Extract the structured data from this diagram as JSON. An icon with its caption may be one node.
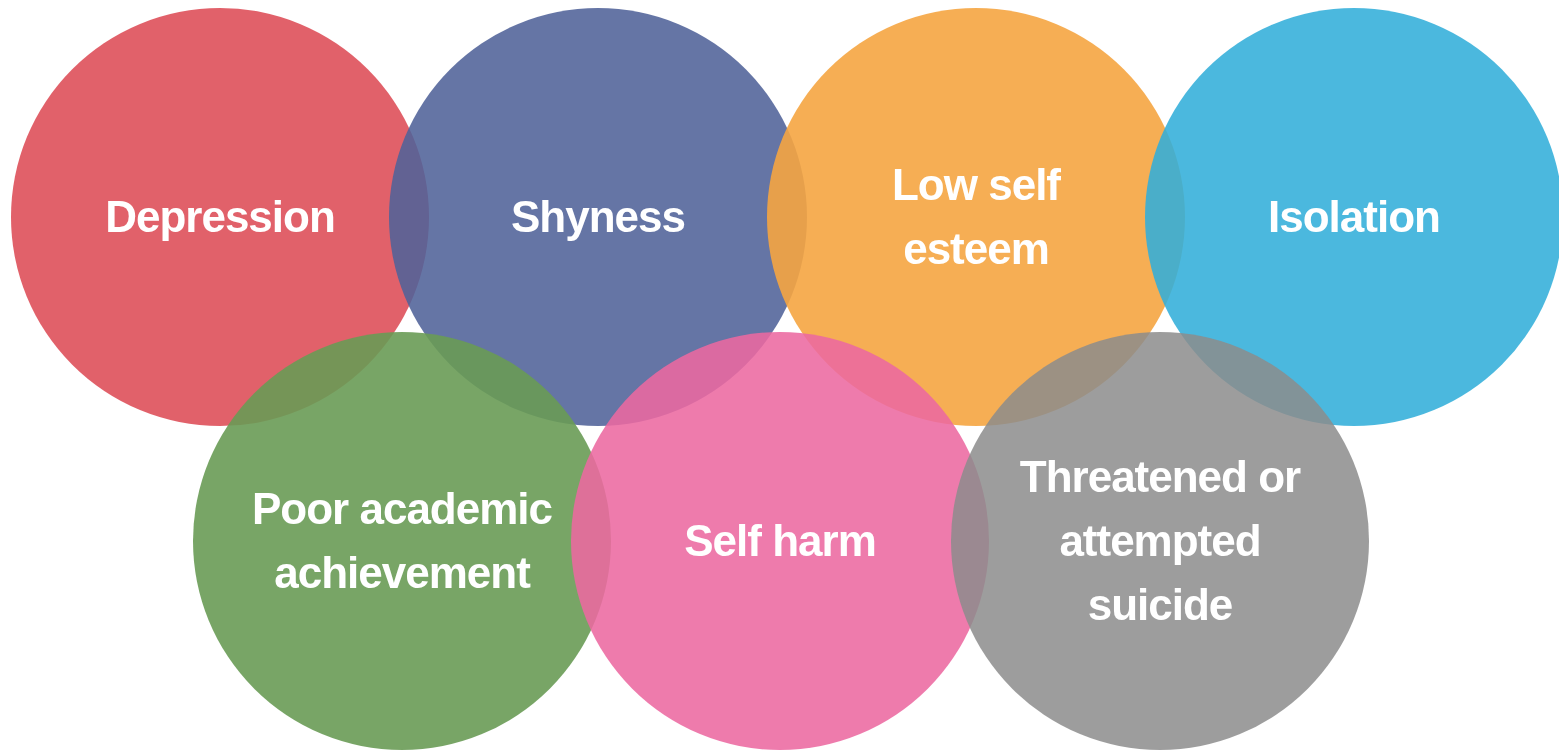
{
  "diagram": {
    "nodes": [
      {
        "text": [
          "Depression"
        ]
      },
      {
        "text": [
          "Shyness"
        ]
      },
      {
        "text": [
          "Low self esteem"
        ]
      },
      {
        "text": [
          "Isolation"
        ]
      },
      {
        "text": [
          "Poor academic achievement"
        ]
      },
      {
        "text": [
          "Self harm"
        ]
      },
      {
        "text": [
          "Threatened or attempted suicide"
        ]
      }
    ]
  }
}
